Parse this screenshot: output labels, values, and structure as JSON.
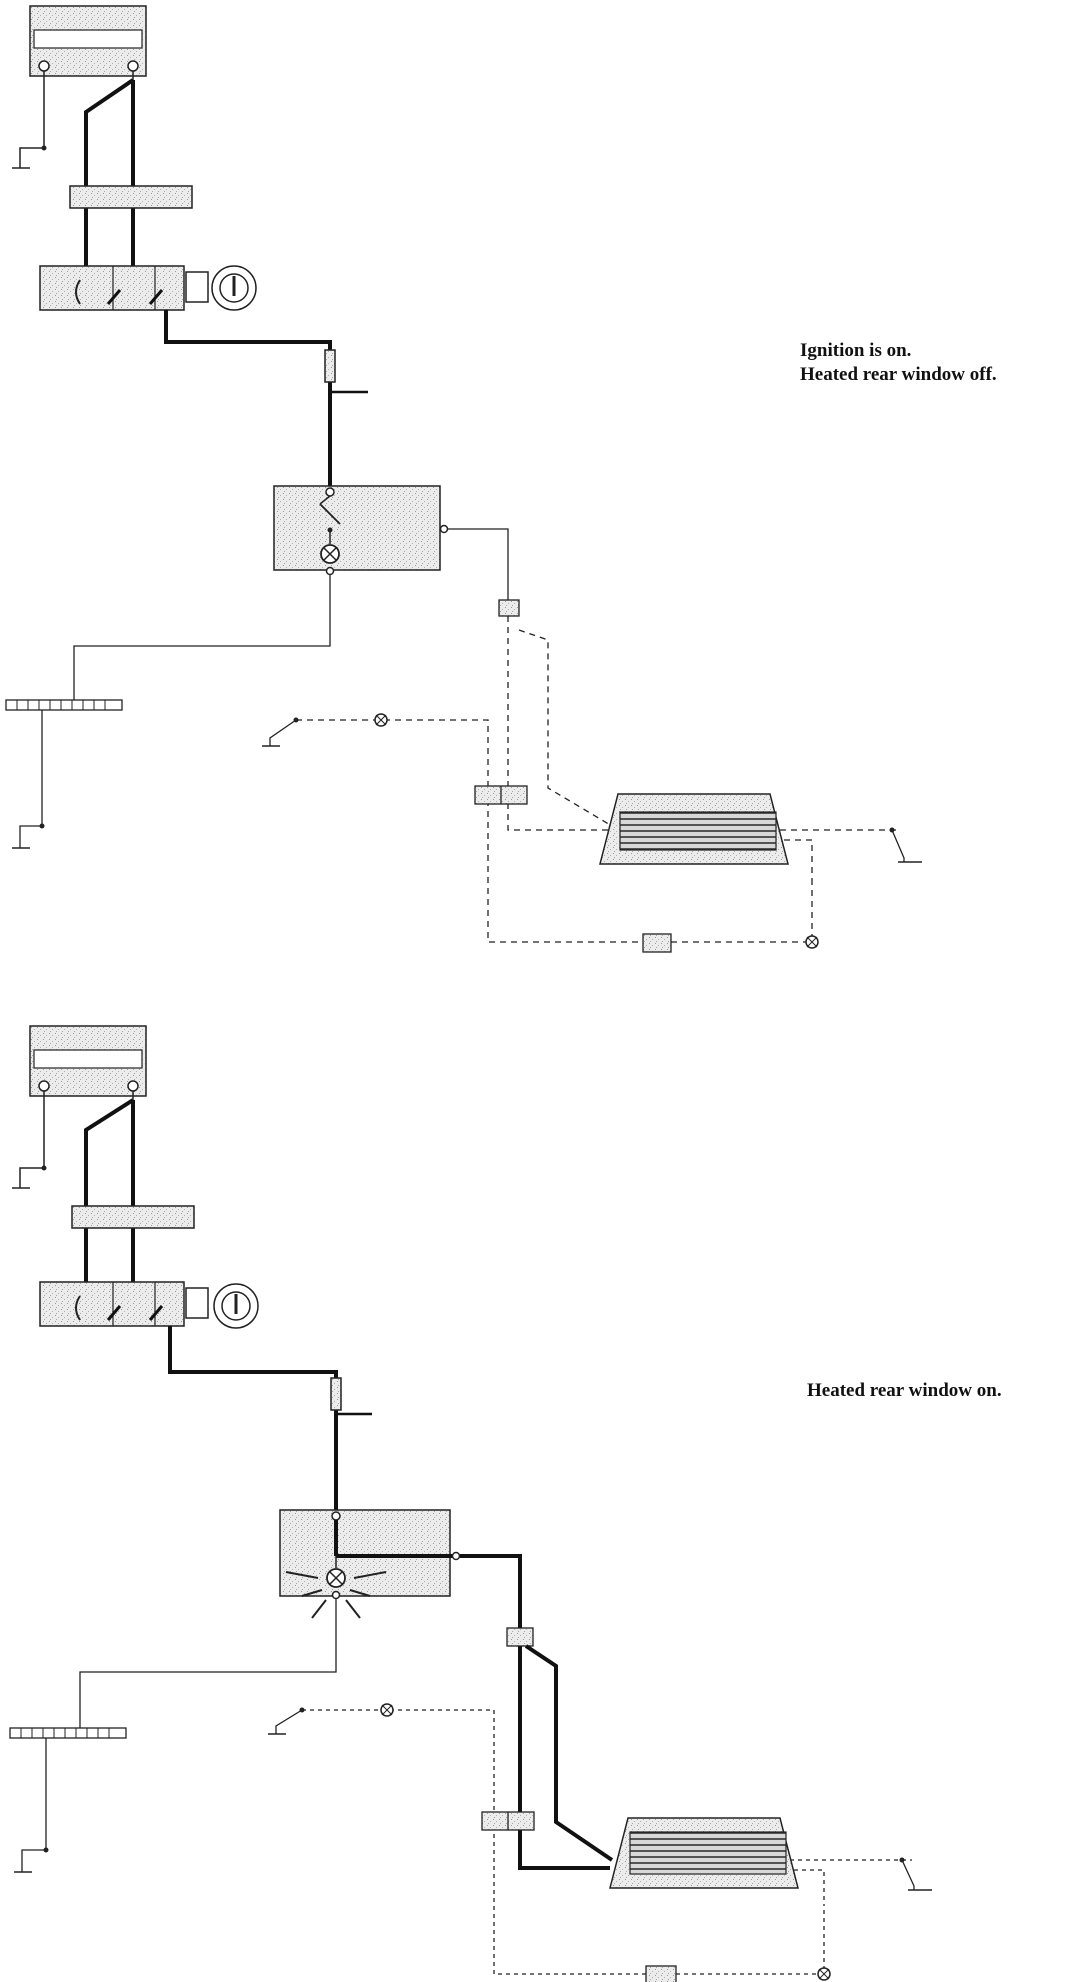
{
  "captions": {
    "top_line1": "Ignition is on.",
    "top_line2": "Heated rear window off.",
    "bottom": "Heated rear window on."
  },
  "colors": {
    "wire": "#111111",
    "component_fill": "#e6e6e6",
    "background": "#ffffff"
  },
  "panels": [
    {
      "state": "Heated rear window off",
      "main_wire": "thick",
      "switch_closed": false,
      "lamp_lit": false
    },
    {
      "state": "Heated rear window on",
      "main_wire": "thick",
      "switch_closed": true,
      "lamp_lit": true
    }
  ]
}
